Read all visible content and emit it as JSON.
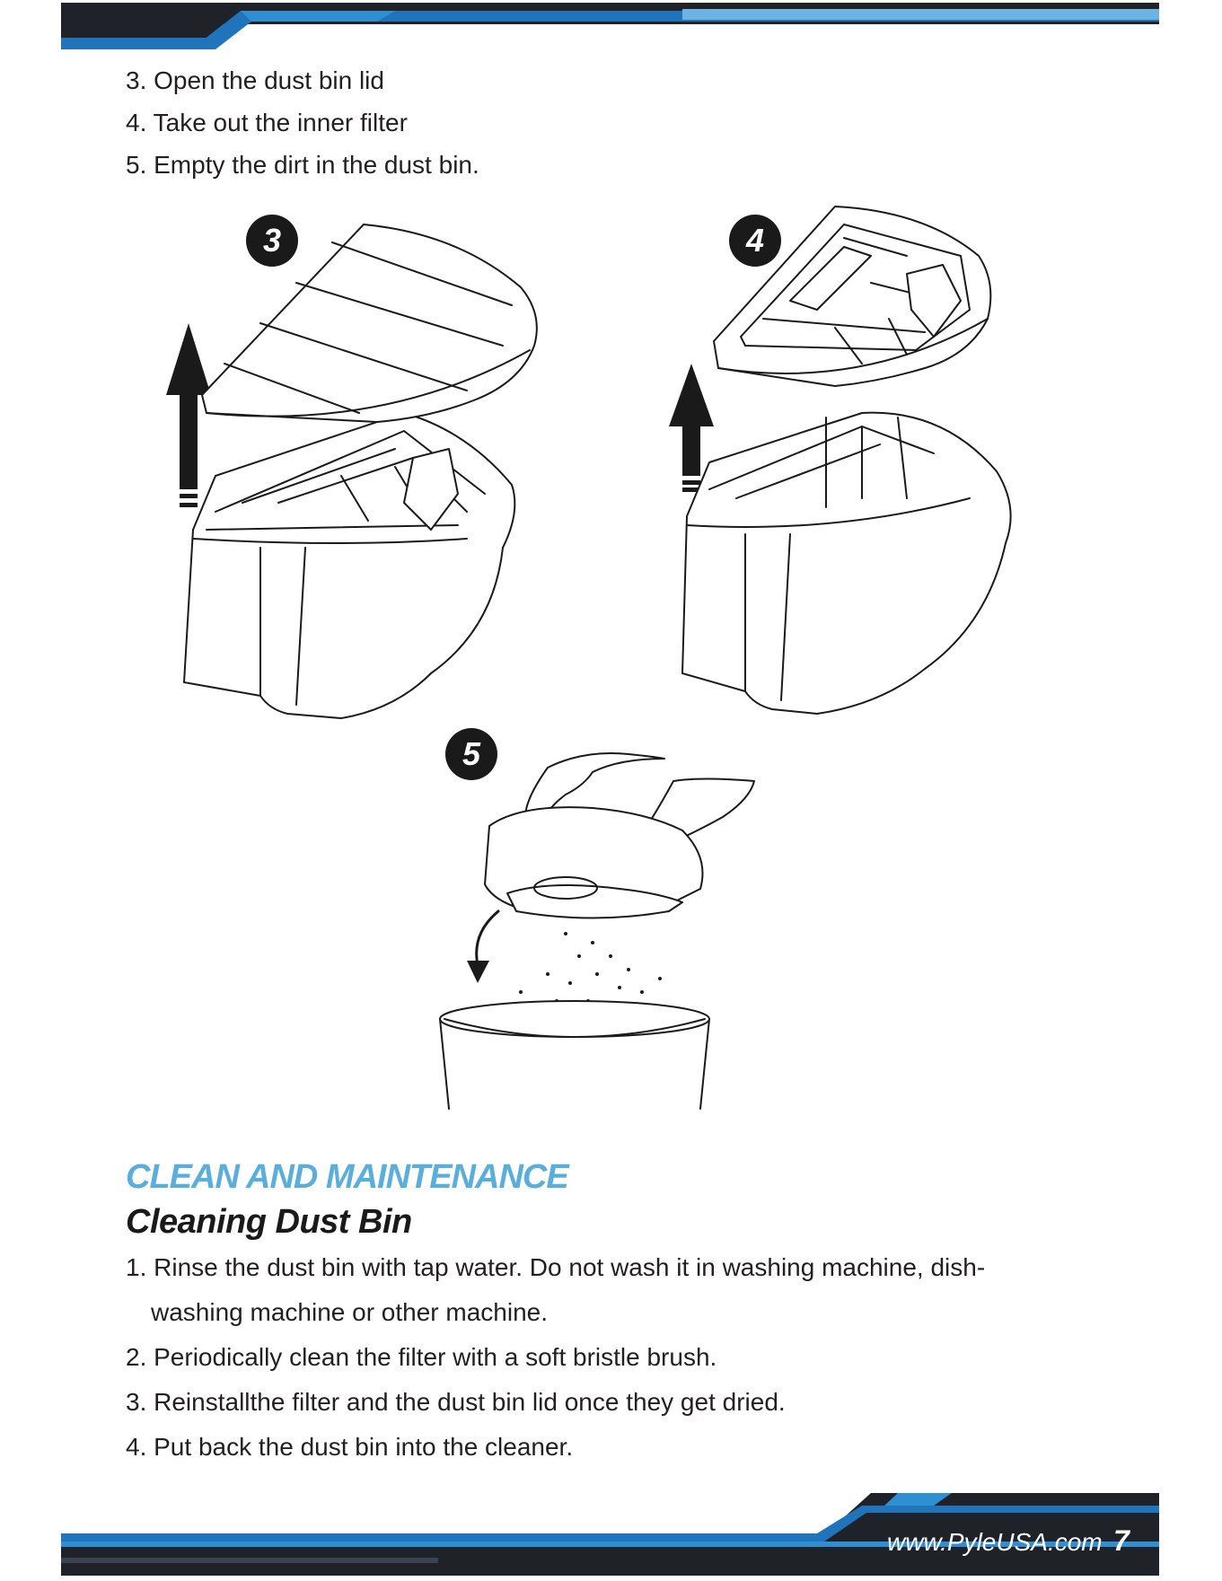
{
  "steps_top": [
    "3. Open the dust bin lid",
    "4. Take out the inner filter",
    "5. Empty the dirt in the dust bin."
  ],
  "figures": {
    "fig3_label": "3",
    "fig4_label": "4",
    "fig5_label": "5"
  },
  "section": {
    "title": "CLEAN AND MAINTENANCE",
    "subtitle": "Cleaning Dust Bin",
    "lines": [
      "1. Rinse the dust bin with tap water. Do not wash it in washing machine, dish-",
      "washing machine or other machine.",
      "2. Periodically clean the filter with a soft bristle brush.",
      "3. Reinstallthe filter and the dust bin lid once they get dried.",
      "4. Put back the dust bin into the cleaner."
    ]
  },
  "footer": {
    "website": "www.PyleUSA.com",
    "page_number": "7"
  },
  "colors": {
    "brand_blue": "#5aaedb",
    "bar_dark": "#1f2229",
    "bar_blue": "#1f74bb"
  }
}
